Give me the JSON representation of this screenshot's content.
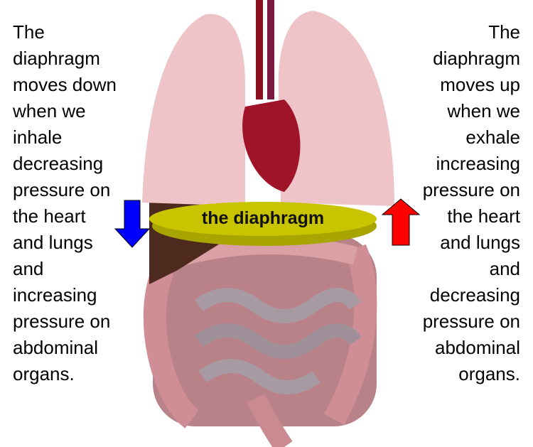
{
  "left_text": [
    "The",
    "diaphragm",
    "moves down",
    "when we",
    "inhale",
    "decreasing",
    "pressure on",
    "the heart",
    "and lungs",
    "and",
    "increasing",
    "pressure on",
    "abdominal",
    "organs."
  ],
  "right_text": [
    "The",
    "diaphragm",
    "moves up",
    "when we",
    "exhale",
    "increasing",
    "pressure on",
    "the heart",
    "and lungs",
    "and",
    "decreasing",
    "pressure on",
    "abdominal",
    "organs."
  ],
  "diaphragm_label": "the diaphragm",
  "colors": {
    "diaphragm": "#c8c400",
    "down_arrow": "#0000ff",
    "up_arrow": "#ff0000",
    "lung": "#eec4c8",
    "heart": "#a0142a",
    "intestine": "#c98a92"
  }
}
